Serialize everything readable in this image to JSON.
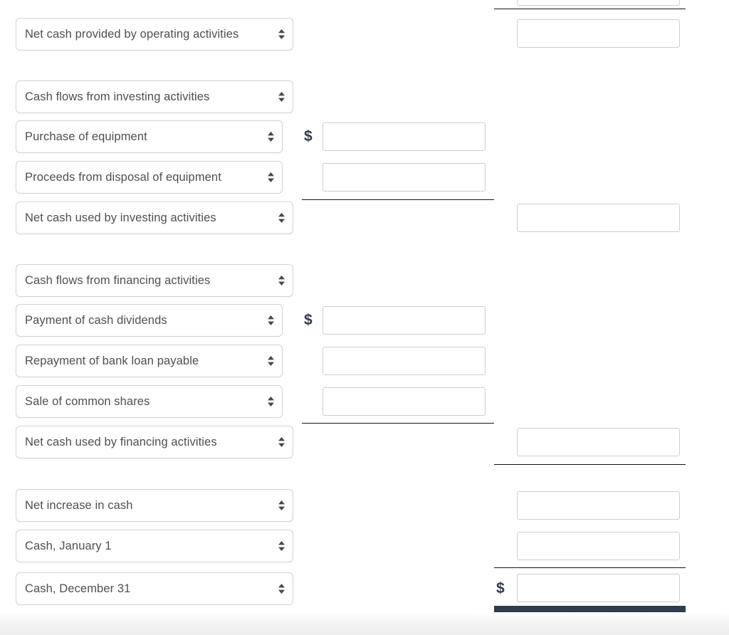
{
  "document": {
    "type": "cash-flow-statement-worksheet",
    "currency_symbol": "$"
  },
  "rows": [
    {
      "id": "net-cash-operating",
      "label": "Net cash provided by operating activities",
      "select_width": "wide",
      "col2_value": "",
      "col3_value": "",
      "col2_input": false,
      "col3_input": true,
      "col2_dollar": false,
      "col3_dollar": false
    },
    {
      "id": "cash-flows-investing",
      "label": "Cash flows from investing activities",
      "select_width": "wide",
      "col2_input": false,
      "col3_input": false,
      "col2_dollar": false,
      "col3_dollar": false
    },
    {
      "id": "purchase-of-equipment",
      "label": "Purchase of equipment",
      "select_width": "narrow",
      "col2_value": "",
      "col2_input": true,
      "col3_input": false,
      "col2_dollar": true,
      "col3_dollar": false
    },
    {
      "id": "proceeds-disposal-equipment",
      "label": "Proceeds from disposal of equipment",
      "select_width": "narrow",
      "col2_value": "",
      "col2_input": true,
      "col3_input": false,
      "col2_dollar": false,
      "col3_dollar": false
    },
    {
      "id": "net-cash-investing",
      "label": "Net cash used by investing activities",
      "select_width": "wide",
      "col3_value": "",
      "col2_input": false,
      "col3_input": true,
      "col2_dollar": false,
      "col3_dollar": false
    },
    {
      "id": "cash-flows-financing",
      "label": "Cash flows from financing activities",
      "select_width": "wide",
      "col2_input": false,
      "col3_input": false,
      "col2_dollar": false,
      "col3_dollar": false
    },
    {
      "id": "payment-of-cash-dividends",
      "label": "Payment of cash dividends",
      "select_width": "narrow",
      "col2_value": "",
      "col2_input": true,
      "col3_input": false,
      "col2_dollar": true,
      "col3_dollar": false
    },
    {
      "id": "repayment-bank-loan-payable",
      "label": "Repayment of bank loan payable",
      "select_width": "narrow",
      "col2_value": "",
      "col2_input": true,
      "col3_input": false,
      "col2_dollar": false,
      "col3_dollar": false
    },
    {
      "id": "sale-of-common-shares",
      "label": "Sale of common shares",
      "select_width": "narrow",
      "col2_value": "",
      "col2_input": true,
      "col3_input": false,
      "col2_dollar": false,
      "col3_dollar": false
    },
    {
      "id": "net-cash-financing",
      "label": "Net cash used by financing activities",
      "select_width": "wide",
      "col3_value": "",
      "col2_input": false,
      "col3_input": true,
      "col2_dollar": false,
      "col3_dollar": false
    },
    {
      "id": "net-increase-in-cash",
      "label": "Net increase in cash",
      "select_width": "wide",
      "col3_value": "",
      "col2_input": false,
      "col3_input": true,
      "col2_dollar": false,
      "col3_dollar": false
    },
    {
      "id": "cash-january-1",
      "label": "Cash, January 1",
      "select_width": "wide",
      "col3_value": "",
      "col2_input": false,
      "col3_input": true,
      "col2_dollar": false,
      "col3_dollar": false
    },
    {
      "id": "cash-december-31",
      "label": "Cash, December 31",
      "select_width": "wide",
      "col3_value": "",
      "col2_input": false,
      "col3_input": true,
      "col2_dollar": false,
      "col3_dollar": true
    }
  ],
  "partial_top": {
    "col3_input_visible": true
  },
  "colors": {
    "select_border": "#d3d3d3",
    "input_border": "#cdcdcd",
    "text": "#4f4f4f",
    "dollar": "#2e3b4b",
    "rule": "#141414",
    "double_rule": "#2f3c4c",
    "page_background": "#ffffff"
  },
  "icons": {
    "spinner": "spinner-updown-icon"
  }
}
